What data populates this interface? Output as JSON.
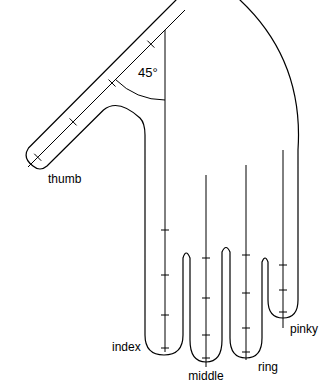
{
  "diagram": {
    "labels": [
      "45°",
      "thumb",
      "index",
      "middle",
      "ring",
      "pinky"
    ]
  }
}
